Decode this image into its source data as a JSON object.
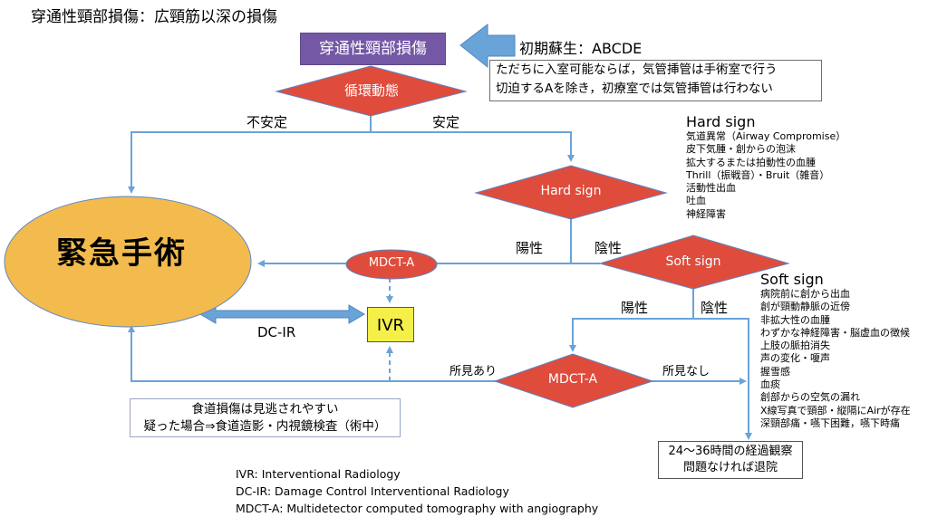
{
  "title": "穿通性頸部損傷：広頸筋以深の損傷",
  "start_box": "穿通性頸部損傷",
  "initial_resuscitation": "初期蘇生：ABCDE",
  "airway_note": {
    "line1": "ただちに入室可能ならば，気管挿管は手術室で行う",
    "line2": "切迫するAを除き，初療室では気管挿管は行わない"
  },
  "decisions": {
    "circulation": "循環動態",
    "hard_sign": "Hard sign",
    "soft_sign": "Soft sign",
    "mdct_a_diamond": "MDCT-A"
  },
  "branch_labels": {
    "unstable": "不安定",
    "stable": "安定",
    "hard_positive": "陽性",
    "hard_negative": "陰性",
    "soft_positive": "陽性",
    "soft_negative": "陰性",
    "finding_yes": "所見あり",
    "finding_no": "所見なし"
  },
  "emergency_surgery": "緊急手術",
  "mdct_a_oval": "MDCT-A",
  "ivr": "IVR",
  "dc_ir": "DC-IR",
  "hard_sign_list": {
    "heading": "Hard sign",
    "items": [
      "気道異常（Airway Compromise）",
      "皮下気腫・創からの泡沫",
      "拡大するまたは拍動性の血腫",
      "Thrill（振戦音）・Bruit（雑音）",
      "活動性出血",
      "吐血",
      "神経障害"
    ]
  },
  "soft_sign_list": {
    "heading": "Soft sign",
    "items": [
      "病院前に創から出血",
      "創が頸動静脈の近傍",
      "非拡大性の血腫",
      "わずかな神経障害・脳虚血の徴候",
      "上肢の脈拍消失",
      "声の変化・嗄声",
      "握雪感",
      "血痰",
      "創部からの空気の漏れ",
      "X線写真で頸部・縦隔にAirが存在",
      "深頸部痛・嚥下困難，嚥下時痛"
    ]
  },
  "esophagus_note": {
    "line1": "食道損傷は見逃されやすい",
    "line2": "疑った場合⇒食道造影・内視鏡検査（術中）"
  },
  "observation_box": {
    "line1": "24～36時間の経過観察",
    "line2": "問題なければ退院"
  },
  "abbreviations": [
    "IVR: Interventional Radiology",
    "DC-IR: Damage Control Interventional Radiology",
    "MDCT-A: Multidetector computed tomography with angiography"
  ],
  "colors": {
    "start_box": "#7458a6",
    "diamond": "#df4c3c",
    "surgery": "#f3bb4d",
    "ivr": "#f5ef4a",
    "line": "#6aa3d8"
  }
}
